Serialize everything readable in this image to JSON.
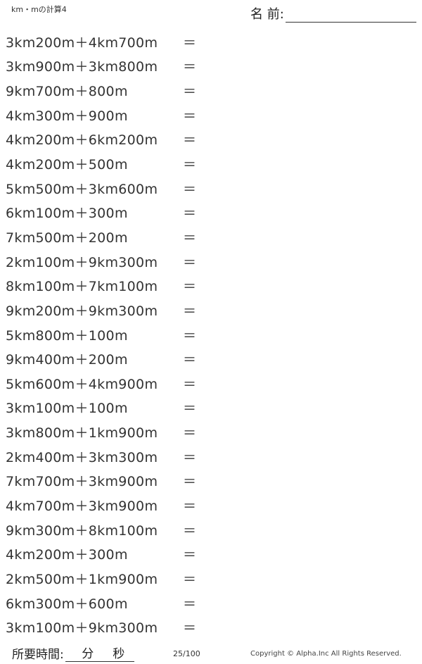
{
  "header": {
    "title": "km・mの計算4",
    "name_label": "名 前:"
  },
  "problems": [
    "3km200m＋4km700m",
    "3km900m＋3km800m",
    "9km700m＋800m",
    "4km300m＋900m",
    "4km200m＋6km200m",
    "4km200m＋500m",
    "5km500m＋3km600m",
    "6km100m＋300m",
    "7km500m＋200m",
    "2km100m＋9km300m",
    "8km100m＋7km100m",
    "9km200m＋9km300m",
    "5km800m＋100m",
    "9km400m＋200m",
    "5km600m＋4km900m",
    "3km100m＋100m",
    "3km800m＋1km900m",
    "2km400m＋3km300m",
    "7km700m＋3km900m",
    "4km700m＋3km900m",
    "9km300m＋8km100m",
    "4km200m＋300m",
    "2km500m＋1km900m",
    "6km300m＋600m",
    "3km100m＋9km300m"
  ],
  "equals_sign": "＝",
  "footer": {
    "time_label": "所要時間:",
    "minutes_label": "分",
    "seconds_label": "秒",
    "page": "25/100",
    "copyright": "Copyright © Alpha.Inc All Rights Reserved."
  }
}
